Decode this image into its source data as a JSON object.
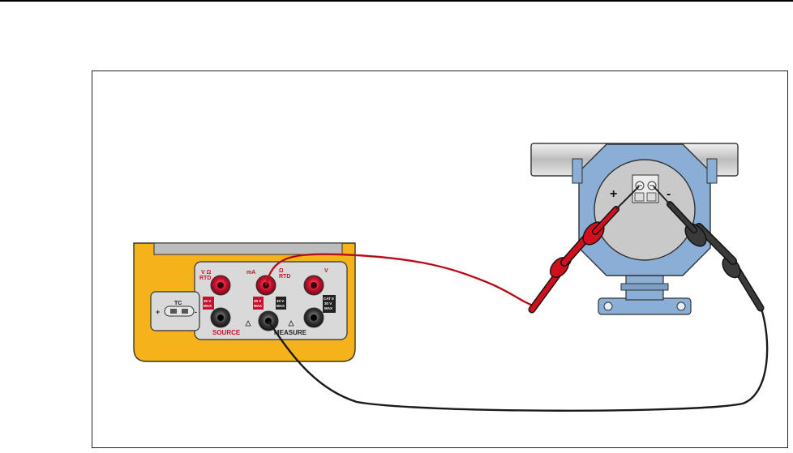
{
  "colors": {
    "calibrator_body": "#f5b21a",
    "calibrator_panel": "#d9d9d9",
    "red_jack": "#c8102e",
    "black_jack": "#3a3a3a",
    "red_lead": "#d1101e",
    "black_lead": "#1a1a1a",
    "transmitter": "#8aaed6",
    "pipe": "#d6d6d6",
    "label_red": "#c8102e"
  },
  "calibrator": {
    "jack_labels": {
      "vrtd": "V Ω\nRTD",
      "ma": "mA",
      "ohm_rtd": "Ω\nRTD",
      "v": "V"
    },
    "ratings": {
      "source": "30 V\nMAX",
      "ma": "30 V\nMAX",
      "measure": "30 V\nMAX",
      "cat": "CAT II\n30 V\nMAX"
    },
    "section_labels": {
      "source": "SOURCE",
      "measure": "MEASURE"
    },
    "tc_label": "TC",
    "tc_plus": "+",
    "tc_minus": "-"
  },
  "transmitter": {
    "plus_label": "+",
    "minus_label": "-"
  }
}
